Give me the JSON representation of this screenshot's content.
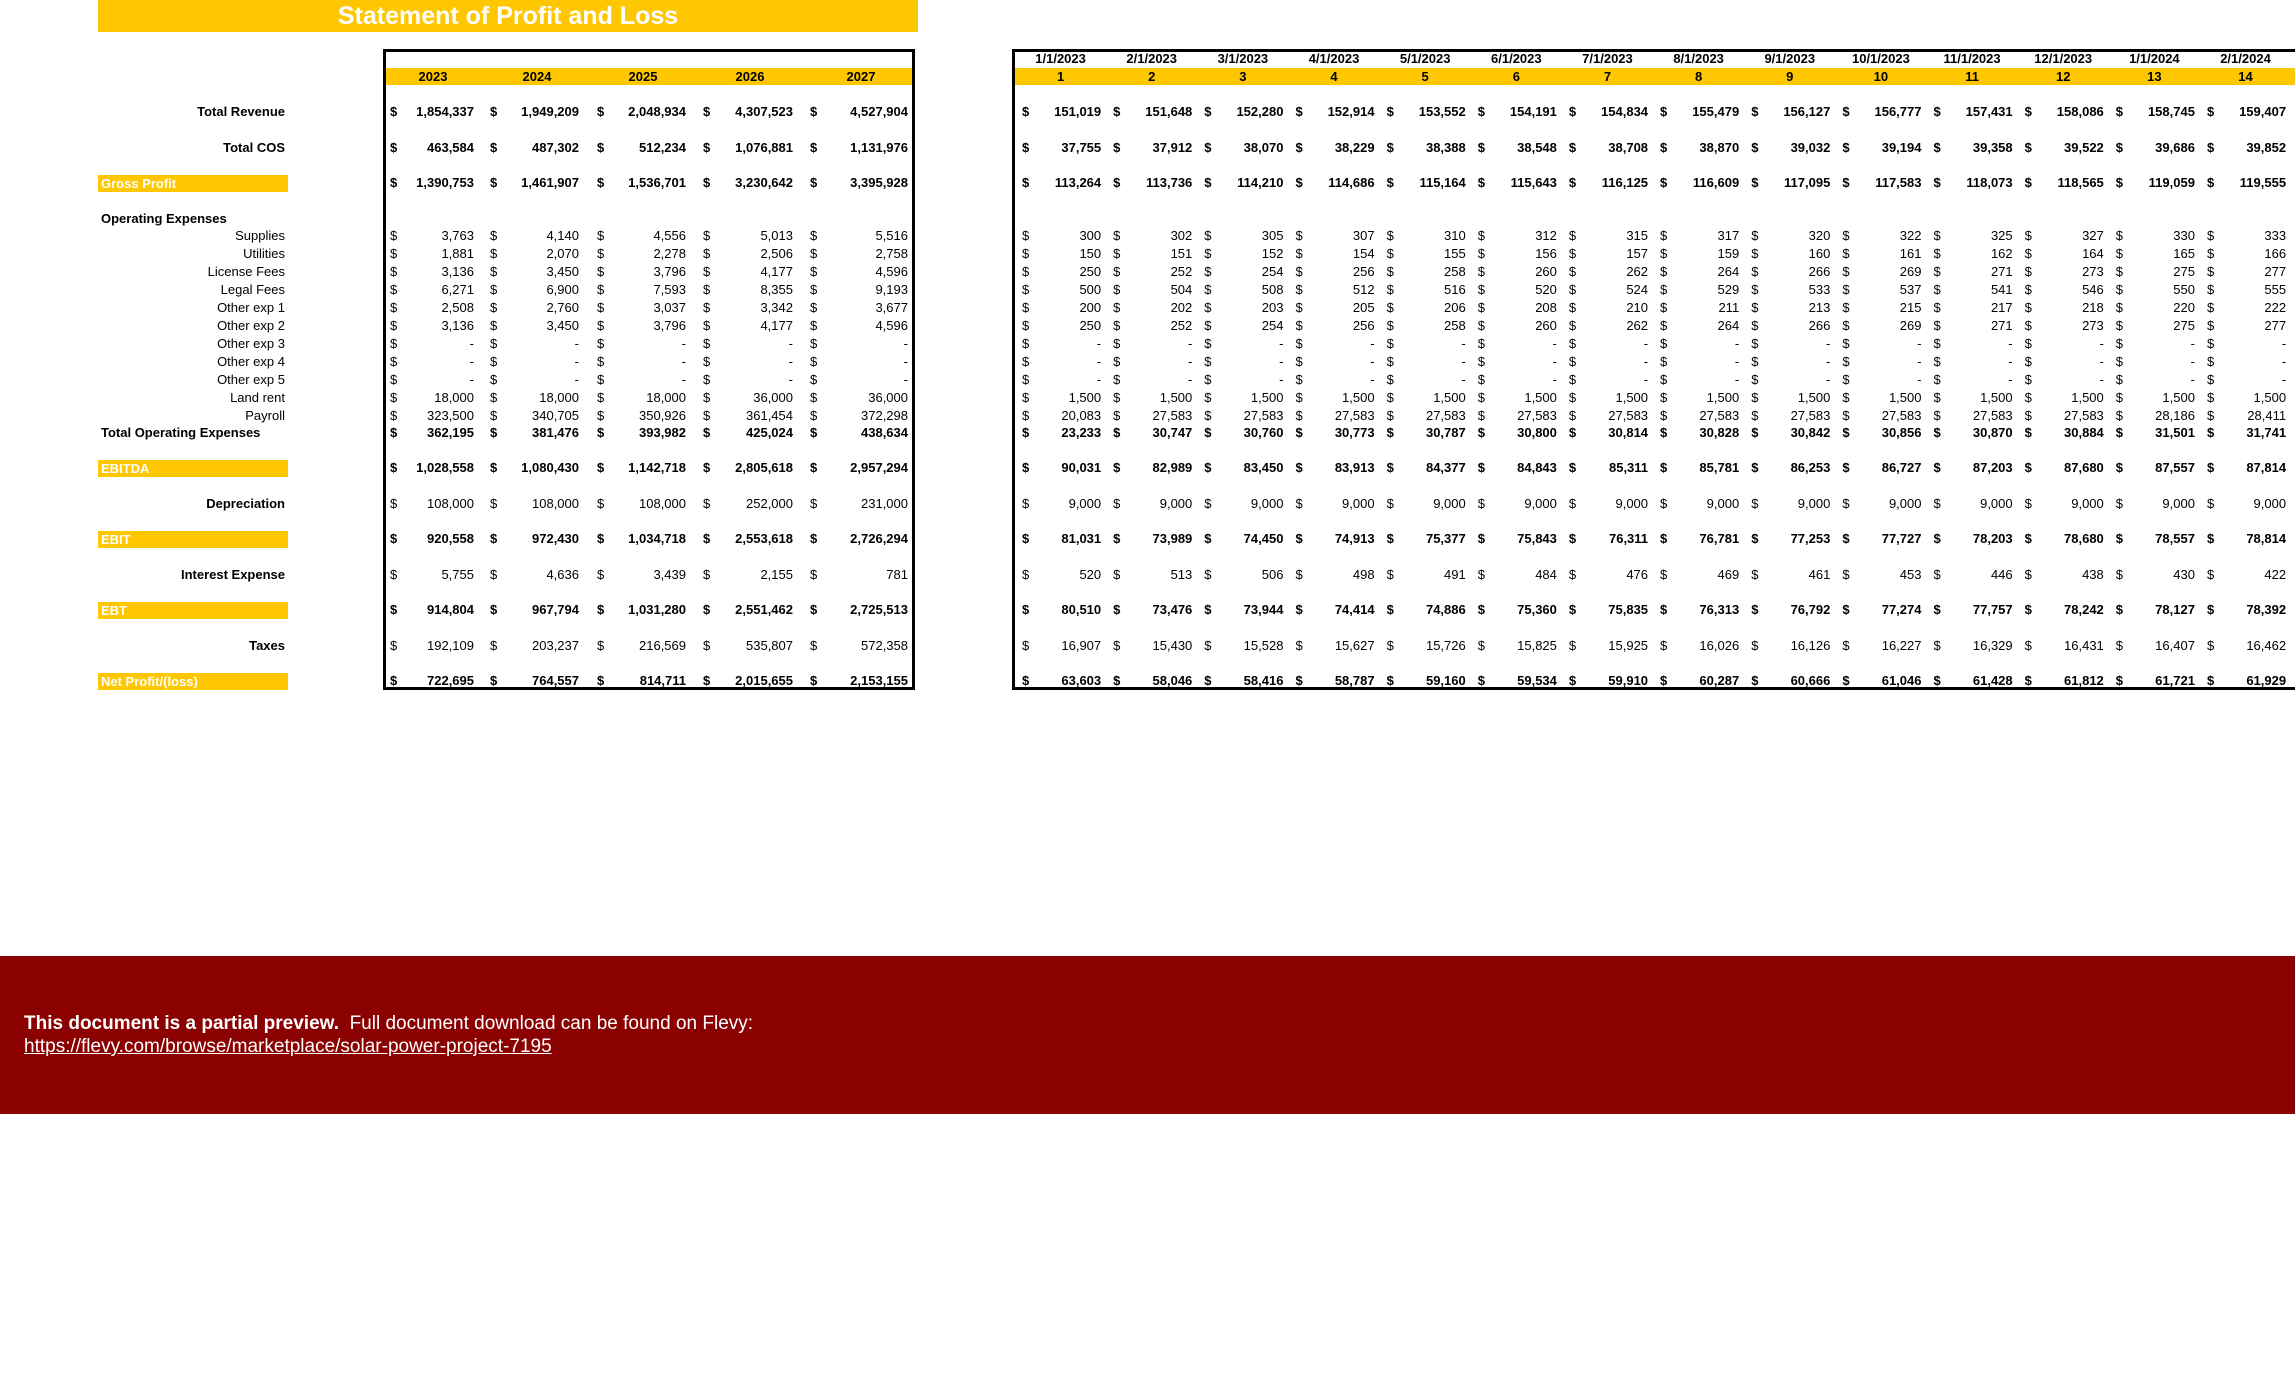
{
  "title": "Statement of Profit and Loss",
  "annual_years": [
    "2023",
    "2024",
    "2025",
    "2026",
    "2027"
  ],
  "month_dates": [
    "1/1/2023",
    "2/1/2023",
    "3/1/2023",
    "4/1/2023",
    "5/1/2023",
    "6/1/2023",
    "7/1/2023",
    "8/1/2023",
    "9/1/2023",
    "10/1/2023",
    "11/1/2023",
    "12/1/2023",
    "1/1/2024",
    "2/1/2024"
  ],
  "month_numbers": [
    "1",
    "2",
    "3",
    "4",
    "5",
    "6",
    "7",
    "8",
    "9",
    "10",
    "11",
    "12",
    "13",
    "14"
  ],
  "currency_symbol": "$",
  "rows": [
    {
      "label": "Total Revenue",
      "style": "bold",
      "annual": [
        "1,854,337",
        "1,949,209",
        "2,048,934",
        "4,307,523",
        "4,527,904"
      ],
      "monthly": [
        "151,019",
        "151,648",
        "152,280",
        "152,914",
        "153,552",
        "154,191",
        "154,834",
        "155,479",
        "156,127",
        "156,777",
        "157,431",
        "158,086",
        "158,745",
        "159,407"
      ]
    },
    {
      "label": "Total COS",
      "style": "bold",
      "annual": [
        "463,584",
        "487,302",
        "512,234",
        "1,076,881",
        "1,131,976"
      ],
      "monthly": [
        "37,755",
        "37,912",
        "38,070",
        "38,229",
        "38,388",
        "38,548",
        "38,708",
        "38,870",
        "39,032",
        "39,194",
        "39,358",
        "39,522",
        "39,686",
        "39,852"
      ]
    },
    {
      "label": "Gross Profit",
      "style": "highlight",
      "annual": [
        "1,390,753",
        "1,461,907",
        "1,536,701",
        "3,230,642",
        "3,395,928"
      ],
      "monthly": [
        "113,264",
        "113,736",
        "114,210",
        "114,686",
        "115,164",
        "115,643",
        "116,125",
        "116,609",
        "117,095",
        "117,583",
        "118,073",
        "118,565",
        "119,059",
        "119,555"
      ]
    },
    {
      "label": "Operating Expenses",
      "style": "section"
    },
    {
      "label": "Supplies",
      "style": "normal",
      "annual": [
        "3,763",
        "4,140",
        "4,556",
        "5,013",
        "5,516"
      ],
      "monthly": [
        "300",
        "302",
        "305",
        "307",
        "310",
        "312",
        "315",
        "317",
        "320",
        "322",
        "325",
        "327",
        "330",
        "333"
      ]
    },
    {
      "label": "Utilities",
      "style": "normal",
      "annual": [
        "1,881",
        "2,070",
        "2,278",
        "2,506",
        "2,758"
      ],
      "monthly": [
        "150",
        "151",
        "152",
        "154",
        "155",
        "156",
        "157",
        "159",
        "160",
        "161",
        "162",
        "164",
        "165",
        "166"
      ]
    },
    {
      "label": "License Fees",
      "style": "normal",
      "annual": [
        "3,136",
        "3,450",
        "3,796",
        "4,177",
        "4,596"
      ],
      "monthly": [
        "250",
        "252",
        "254",
        "256",
        "258",
        "260",
        "262",
        "264",
        "266",
        "269",
        "271",
        "273",
        "275",
        "277"
      ]
    },
    {
      "label": "Legal Fees",
      "style": "normal",
      "annual": [
        "6,271",
        "6,900",
        "7,593",
        "8,355",
        "9,193"
      ],
      "monthly": [
        "500",
        "504",
        "508",
        "512",
        "516",
        "520",
        "524",
        "529",
        "533",
        "537",
        "541",
        "546",
        "550",
        "555"
      ]
    },
    {
      "label": "Other exp 1",
      "style": "normal",
      "annual": [
        "2,508",
        "2,760",
        "3,037",
        "3,342",
        "3,677"
      ],
      "monthly": [
        "200",
        "202",
        "203",
        "205",
        "206",
        "208",
        "210",
        "211",
        "213",
        "215",
        "217",
        "218",
        "220",
        "222"
      ]
    },
    {
      "label": "Other exp 2",
      "style": "normal",
      "annual": [
        "3,136",
        "3,450",
        "3,796",
        "4,177",
        "4,596"
      ],
      "monthly": [
        "250",
        "252",
        "254",
        "256",
        "258",
        "260",
        "262",
        "264",
        "266",
        "269",
        "271",
        "273",
        "275",
        "277"
      ]
    },
    {
      "label": "Other exp 3",
      "style": "normal",
      "annual": [
        "-",
        "-",
        "-",
        "-",
        "-"
      ],
      "monthly": [
        "-",
        "-",
        "-",
        "-",
        "-",
        "-",
        "-",
        "-",
        "-",
        "-",
        "-",
        "-",
        "-",
        "-"
      ]
    },
    {
      "label": "Other exp 4",
      "style": "normal",
      "annual": [
        "-",
        "-",
        "-",
        "-",
        "-"
      ],
      "monthly": [
        "-",
        "-",
        "-",
        "-",
        "-",
        "-",
        "-",
        "-",
        "-",
        "-",
        "-",
        "-",
        "-",
        "-"
      ]
    },
    {
      "label": "Other exp 5",
      "style": "normal",
      "annual": [
        "-",
        "-",
        "-",
        "-",
        "-"
      ],
      "monthly": [
        "-",
        "-",
        "-",
        "-",
        "-",
        "-",
        "-",
        "-",
        "-",
        "-",
        "-",
        "-",
        "-",
        "-"
      ]
    },
    {
      "label": "Land rent",
      "style": "normal",
      "annual": [
        "18,000",
        "18,000",
        "18,000",
        "36,000",
        "36,000"
      ],
      "monthly": [
        "1,500",
        "1,500",
        "1,500",
        "1,500",
        "1,500",
        "1,500",
        "1,500",
        "1,500",
        "1,500",
        "1,500",
        "1,500",
        "1,500",
        "1,500",
        "1,500"
      ]
    },
    {
      "label": "Payroll",
      "style": "normal",
      "annual": [
        "323,500",
        "340,705",
        "350,926",
        "361,454",
        "372,298"
      ],
      "monthly": [
        "20,083",
        "27,583",
        "27,583",
        "27,583",
        "27,583",
        "27,583",
        "27,583",
        "27,583",
        "27,583",
        "27,583",
        "27,583",
        "27,583",
        "28,186",
        "28,411"
      ]
    },
    {
      "label": "Total Operating Expenses",
      "style": "boldleft",
      "annual": [
        "362,195",
        "381,476",
        "393,982",
        "425,024",
        "438,634"
      ],
      "monthly": [
        "23,233",
        "30,747",
        "30,760",
        "30,773",
        "30,787",
        "30,800",
        "30,814",
        "30,828",
        "30,842",
        "30,856",
        "30,870",
        "30,884",
        "31,501",
        "31,741"
      ]
    },
    {
      "label": "EBITDA",
      "style": "highlight",
      "annual": [
        "1,028,558",
        "1,080,430",
        "1,142,718",
        "2,805,618",
        "2,957,294"
      ],
      "monthly": [
        "90,031",
        "82,989",
        "83,450",
        "83,913",
        "84,377",
        "84,843",
        "85,311",
        "85,781",
        "86,253",
        "86,727",
        "87,203",
        "87,680",
        "87,557",
        "87,814"
      ]
    },
    {
      "label": "Depreciation",
      "style": "boldlabel",
      "annual": [
        "108,000",
        "108,000",
        "108,000",
        "252,000",
        "231,000"
      ],
      "monthly": [
        "9,000",
        "9,000",
        "9,000",
        "9,000",
        "9,000",
        "9,000",
        "9,000",
        "9,000",
        "9,000",
        "9,000",
        "9,000",
        "9,000",
        "9,000",
        "9,000"
      ]
    },
    {
      "label": "EBIT",
      "style": "highlight",
      "annual": [
        "920,558",
        "972,430",
        "1,034,718",
        "2,553,618",
        "2,726,294"
      ],
      "monthly": [
        "81,031",
        "73,989",
        "74,450",
        "74,913",
        "75,377",
        "75,843",
        "76,311",
        "76,781",
        "77,253",
        "77,727",
        "78,203",
        "78,680",
        "78,557",
        "78,814"
      ]
    },
    {
      "label": "Interest Expense",
      "style": "boldlabel",
      "annual": [
        "5,755",
        "4,636",
        "3,439",
        "2,155",
        "781"
      ],
      "monthly": [
        "520",
        "513",
        "506",
        "498",
        "491",
        "484",
        "476",
        "469",
        "461",
        "453",
        "446",
        "438",
        "430",
        "422"
      ]
    },
    {
      "label": "EBT",
      "style": "highlight",
      "annual": [
        "914,804",
        "967,794",
        "1,031,280",
        "2,551,462",
        "2,725,513"
      ],
      "monthly": [
        "80,510",
        "73,476",
        "73,944",
        "74,414",
        "74,886",
        "75,360",
        "75,835",
        "76,313",
        "76,792",
        "77,274",
        "77,757",
        "78,242",
        "78,127",
        "78,392"
      ]
    },
    {
      "label": "Taxes",
      "style": "boldlabel",
      "annual": [
        "192,109",
        "203,237",
        "216,569",
        "535,807",
        "572,358"
      ],
      "monthly": [
        "16,907",
        "15,430",
        "15,528",
        "15,627",
        "15,726",
        "15,825",
        "15,925",
        "16,026",
        "16,126",
        "16,227",
        "16,329",
        "16,431",
        "16,407",
        "16,462"
      ]
    },
    {
      "label": "Net Profit/(loss)",
      "style": "highlight",
      "annual": [
        "722,695",
        "764,557",
        "814,711",
        "2,015,655",
        "2,153,155"
      ],
      "monthly": [
        "63,603",
        "58,046",
        "58,416",
        "58,787",
        "59,160",
        "59,534",
        "59,910",
        "60,287",
        "60,666",
        "61,046",
        "61,428",
        "61,812",
        "61,721",
        "61,929"
      ]
    }
  ],
  "preview": {
    "bold_text": "This document is a partial preview.",
    "text": "Full document download can be found on Flevy:",
    "link": "https://flevy.com/browse/marketplace/solar-power-project-7195"
  },
  "colors": {
    "accent": "#FFC702",
    "banner": "#8B0000"
  }
}
